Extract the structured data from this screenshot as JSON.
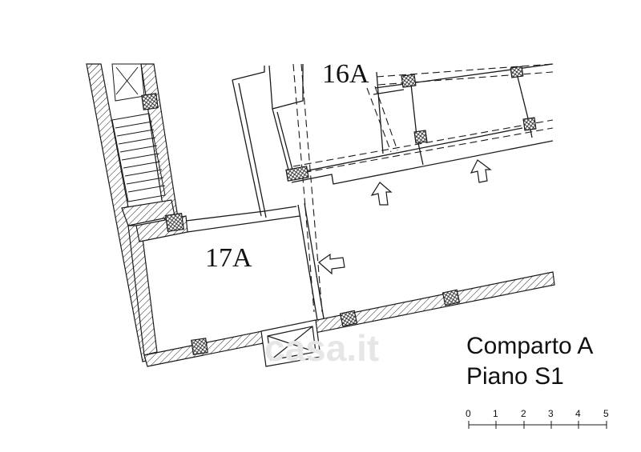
{
  "rooms": {
    "upper": "16A",
    "lower": "17A"
  },
  "title": {
    "line1": "Comparto A",
    "line2": "Piano S1"
  },
  "scale_bar": {
    "ticks": [
      "0",
      "1",
      "2",
      "3",
      "4",
      "5"
    ]
  },
  "watermark": "casa.it",
  "colors": {
    "line": "#1a1a1a",
    "background": "#ffffff",
    "watermark": "#e6e6e6"
  }
}
